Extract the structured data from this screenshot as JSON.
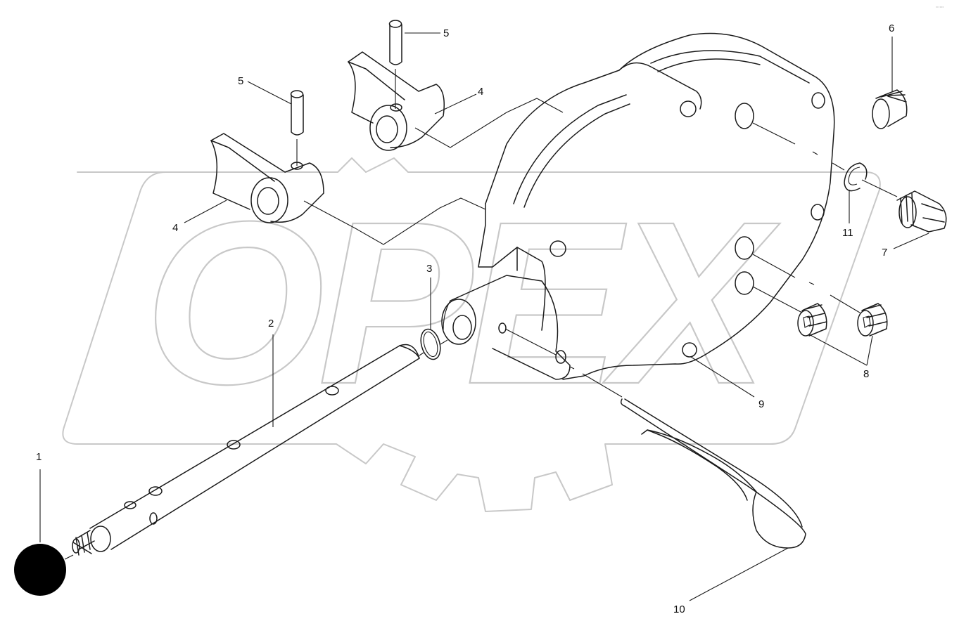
{
  "watermark": {
    "text": "OPEX"
  },
  "corner_mark": "°° °°°",
  "callouts": [
    {
      "id": "1",
      "label": "1"
    },
    {
      "id": "2",
      "label": "2"
    },
    {
      "id": "3",
      "label": "3"
    },
    {
      "id": "4a",
      "label": "4"
    },
    {
      "id": "4b",
      "label": "4"
    },
    {
      "id": "5a",
      "label": "5"
    },
    {
      "id": "5b",
      "label": "5"
    },
    {
      "id": "6",
      "label": "6"
    },
    {
      "id": "7",
      "label": "7"
    },
    {
      "id": "8",
      "label": "8"
    },
    {
      "id": "9",
      "label": "9"
    },
    {
      "id": "10",
      "label": "10"
    },
    {
      "id": "11",
      "label": "11"
    }
  ],
  "colors": {
    "line": "#1a1a1a",
    "watermark": "#c8c8c8",
    "knob": "#000000"
  }
}
